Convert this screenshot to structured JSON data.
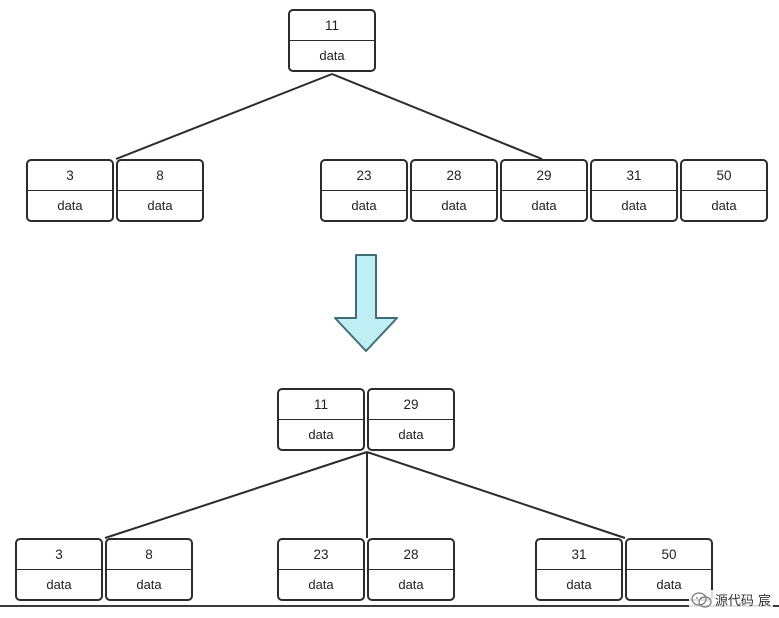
{
  "diagram": {
    "before": {
      "root": [
        {
          "key": "11",
          "value": "data"
        }
      ],
      "children": [
        [
          {
            "key": "3",
            "value": "data"
          },
          {
            "key": "8",
            "value": "data"
          }
        ],
        [
          {
            "key": "23",
            "value": "data"
          },
          {
            "key": "28",
            "value": "data"
          },
          {
            "key": "29",
            "value": "data"
          },
          {
            "key": "31",
            "value": "data"
          },
          {
            "key": "50",
            "value": "data"
          }
        ]
      ]
    },
    "after": {
      "root": [
        {
          "key": "11",
          "value": "data"
        },
        {
          "key": "29",
          "value": "data"
        }
      ],
      "children": [
        [
          {
            "key": "3",
            "value": "data"
          },
          {
            "key": "8",
            "value": "data"
          }
        ],
        [
          {
            "key": "23",
            "value": "data"
          },
          {
            "key": "28",
            "value": "data"
          }
        ],
        [
          {
            "key": "31",
            "value": "data"
          },
          {
            "key": "50",
            "value": "data"
          }
        ]
      ]
    }
  },
  "arrow": {
    "fill": "#bfeff4",
    "stroke": "#3f6f73",
    "icon": "down-arrow-icon"
  },
  "watermark": {
    "text": "源代码  宸",
    "icon": "wechat-icon"
  }
}
